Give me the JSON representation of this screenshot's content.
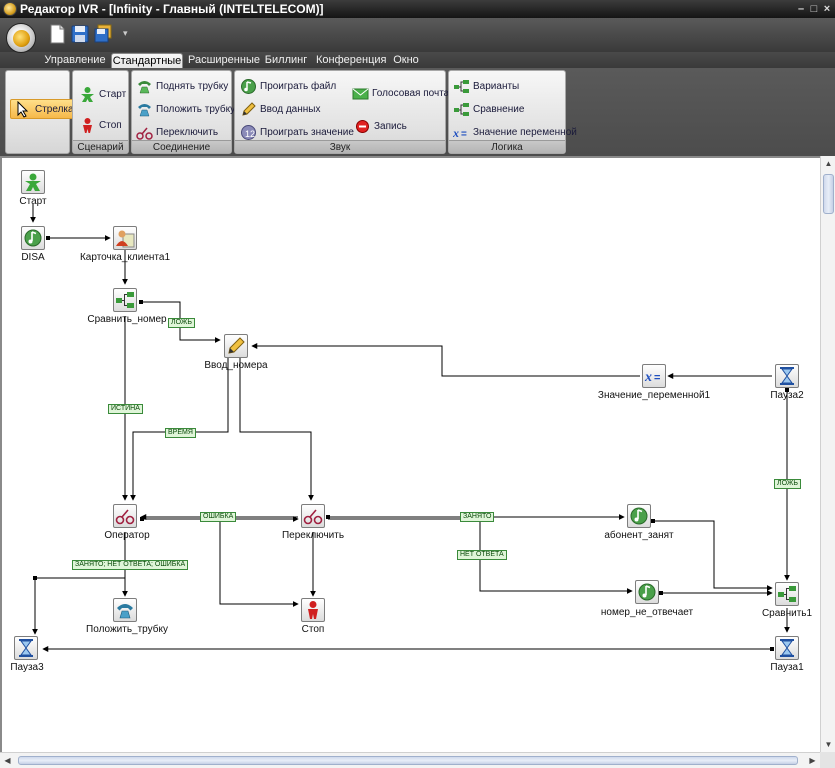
{
  "window": {
    "title": "Редактор IVR - [Infinity - Главный (INTELTELECOM)]"
  },
  "tabs": [
    {
      "label": "Управление"
    },
    {
      "label": "Стандартные",
      "active": true
    },
    {
      "label": "Расширенные"
    },
    {
      "label": "Биллинг"
    },
    {
      "label": "Конференция"
    },
    {
      "label": "Окно"
    }
  ],
  "ribbon": {
    "arrow": {
      "label": "Стрелка"
    },
    "scenario": {
      "caption": "Сценарий",
      "start": "Старт",
      "stop": "Стоп"
    },
    "connection": {
      "caption": "Соединение",
      "pickup": "Поднять трубку",
      "hangup": "Положить трубку",
      "transfer": "Переключить"
    },
    "sound": {
      "caption": "Звук",
      "play_file": "Проиграть файл",
      "data_input": "Ввод данных",
      "play_value": "Проиграть значение",
      "voicemail": "Голосовая почта",
      "record": "Запись"
    },
    "logic": {
      "caption": "Логика",
      "variants": "Варианты",
      "compare": "Сравнение",
      "var_value": "Значение переменной"
    }
  },
  "diagram": {
    "nodes": {
      "start": {
        "label": "Старт",
        "icon": "start-icon"
      },
      "disa": {
        "label": "DISA",
        "icon": "play-file-icon"
      },
      "card": {
        "label": "Карточка_клиента1",
        "icon": "client-card-icon"
      },
      "compare_number": {
        "label": "Сравнить_номер",
        "icon": "compare-icon"
      },
      "input_number": {
        "label": "Ввод_номера",
        "icon": "pencil-icon"
      },
      "var_value1": {
        "label": "Значение_переменной1",
        "icon": "variable-icon"
      },
      "pause2": {
        "label": "Пауза2",
        "icon": "hourglass-icon"
      },
      "operator": {
        "label": "Оператор",
        "icon": "transfer-icon"
      },
      "transfer": {
        "label": "Переключить",
        "icon": "transfer-icon"
      },
      "subscriber_busy": {
        "label": "абонент_занят",
        "icon": "play-file-icon"
      },
      "number_no_answer": {
        "label": "номер_не_отвечает",
        "icon": "play-file-icon"
      },
      "compare1": {
        "label": "Сравнить1",
        "icon": "compare-icon"
      },
      "hangup": {
        "label": "Положить_трубку",
        "icon": "hangup-icon"
      },
      "stop": {
        "label": "Стоп",
        "icon": "stop-icon"
      },
      "pause3": {
        "label": "Пауза3",
        "icon": "hourglass-icon"
      },
      "pause1": {
        "label": "Пауза1",
        "icon": "hourglass-icon"
      }
    },
    "edge_labels": {
      "false1": "ЛОЖЬ",
      "true1": "ИСТИНА",
      "time": "ВРЕМЯ",
      "error": "ОШИБКА",
      "busy": "ЗАНЯТО",
      "no_answer": "НЕТ ОТВЕТА",
      "busy_noans_err": "ЗАНЯТО; НЕТ ОТВЕТА; ОШИБКА",
      "false2": "ЛОЖЬ"
    }
  }
}
